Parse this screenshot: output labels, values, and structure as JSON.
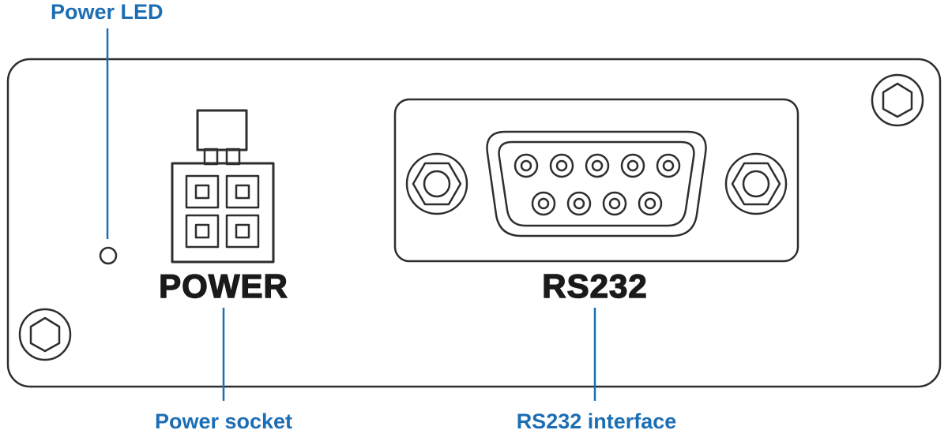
{
  "colors": {
    "accent": "#1c6eb4",
    "line": "#2e2e2e",
    "text": "#1a1a1a",
    "background": "#ffffff"
  },
  "annotations": {
    "power_led": "Power LED",
    "power_socket": "Power socket",
    "rs232_interface": "RS232 interface"
  },
  "panel": {
    "power_port_label": "POWER",
    "rs232_port_label": "RS232"
  }
}
